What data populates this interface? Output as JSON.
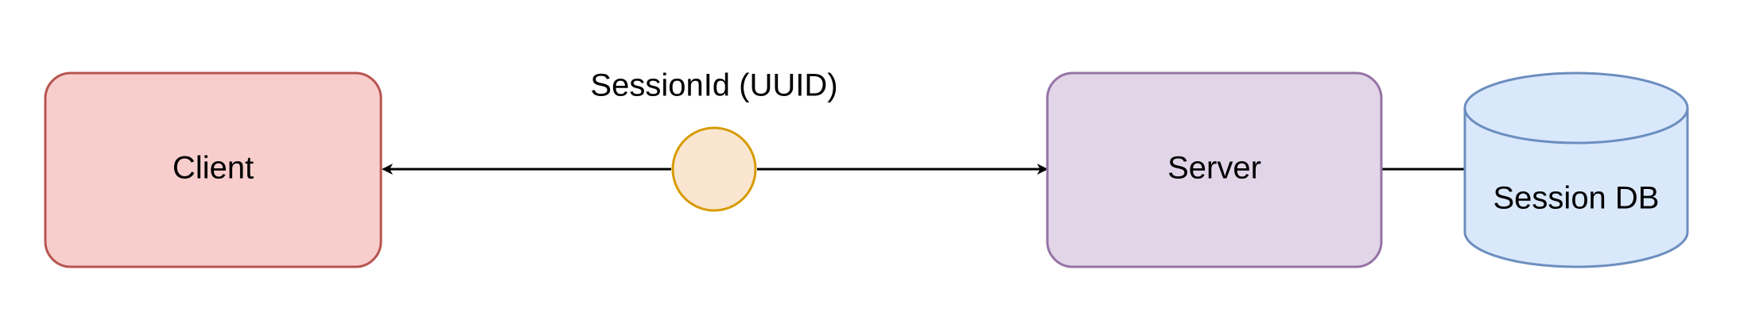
{
  "diagram": {
    "nodes": {
      "client": {
        "label": "Client",
        "fill": "#f8cecc",
        "stroke": "#b85450"
      },
      "server": {
        "label": "Server",
        "fill": "#e1d5e7",
        "stroke": "#9673a6"
      },
      "session_db": {
        "label": "Session DB",
        "fill": "#dae8fc",
        "stroke": "#6c8ebf"
      },
      "token": {
        "label": "SessionId (UUID)",
        "fill": "#fae6d0",
        "stroke": "#d79b00"
      }
    },
    "edges": [
      {
        "from": "token",
        "to": "client",
        "arrow": "end"
      },
      {
        "from": "token",
        "to": "server",
        "arrow": "end"
      },
      {
        "from": "server",
        "to": "session_db",
        "arrow": "none"
      }
    ]
  }
}
